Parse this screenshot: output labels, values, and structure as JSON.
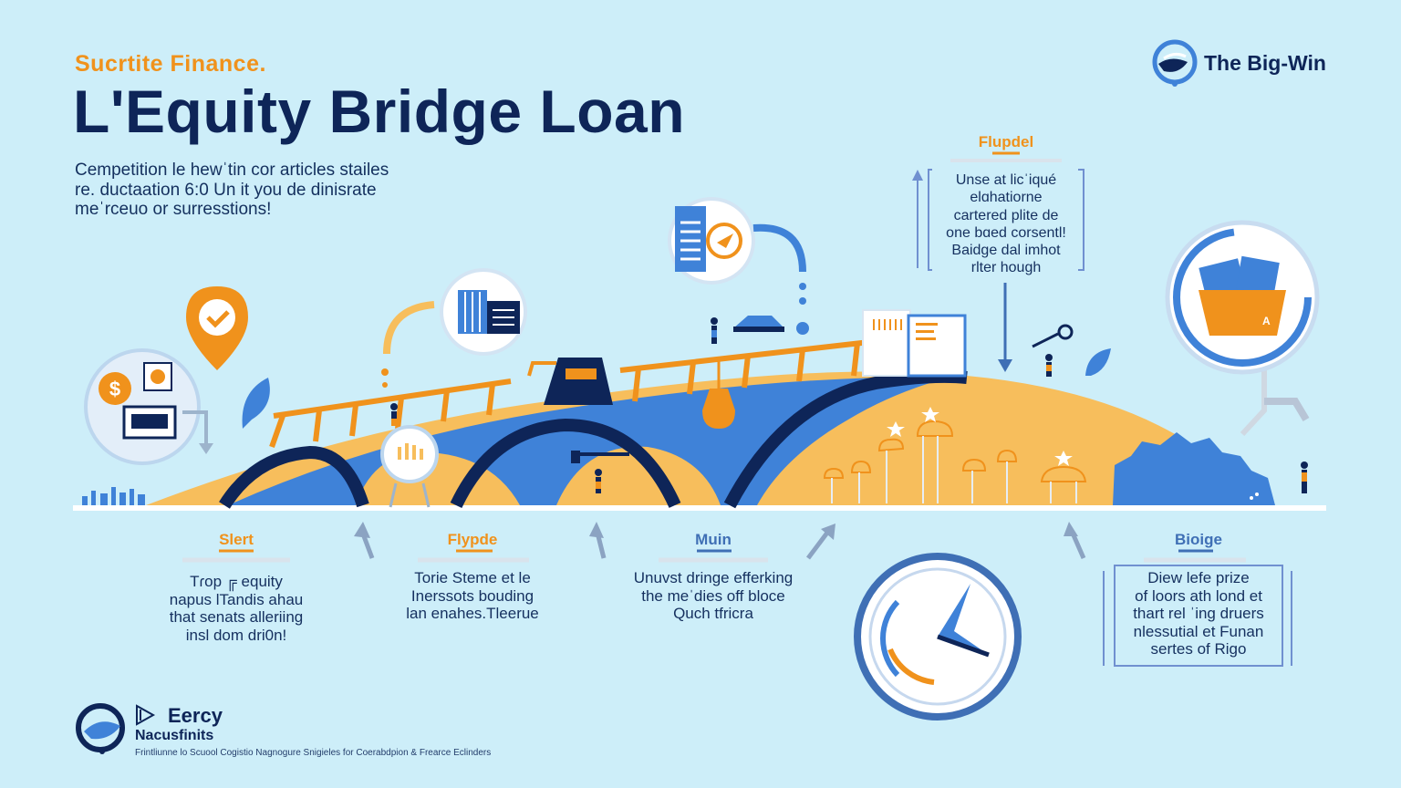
{
  "header": {
    "kicker": "Sucrtite Finance.",
    "title": "L'Equity Bridge  Loan",
    "intro": "Cempetition le hewˈtin cor articles stailes\nre. ductaation 6:0 Un it you de dinisrate\nmeˈrceuo or surresstions!"
  },
  "brand_top": {
    "name": "The Big-Win",
    "icon": "brand-globe-icon"
  },
  "callout_top": {
    "label": "Flupdel",
    "body": "Unse at licˈiqué\nelɑhatiorne\ncartered plite de\none bɑed corsentl!\nBaidge dal imhot\nrlter hough"
  },
  "steps": [
    {
      "label": "Slert",
      "body": "Tɾop ╔ equity\nnapus lTandis ahau\nthat senats alleriing\ninsl dom dri0n!"
    },
    {
      "label": "Flypde",
      "body": "Torie Steme et le\nInerssots bouding\nlan enahes.Tleerue"
    },
    {
      "label": "Muin",
      "body": "Unuvst dringe efferking\nthe meˈdies off bloce\nQuch tfricra"
    },
    {
      "label": "Bioige",
      "body": "Diew lefe prize\nof loors ath lond et\nthart rel ˈing druers\nnlessutial et Funan\nsertes of Rigo"
    }
  ],
  "footer": {
    "name": "Eercy",
    "sub": "Nacusfinits",
    "tagline": "Frintliunne lo Scuool Cogistio Nagnogure Snigieles for Coerabdpion & Frearce Eclinders"
  },
  "colors": {
    "background": "#cdeef9",
    "navy": "#0e2558",
    "orange": "#f0921c",
    "blue": "#3f82d8",
    "sand": "#f7be5c"
  }
}
